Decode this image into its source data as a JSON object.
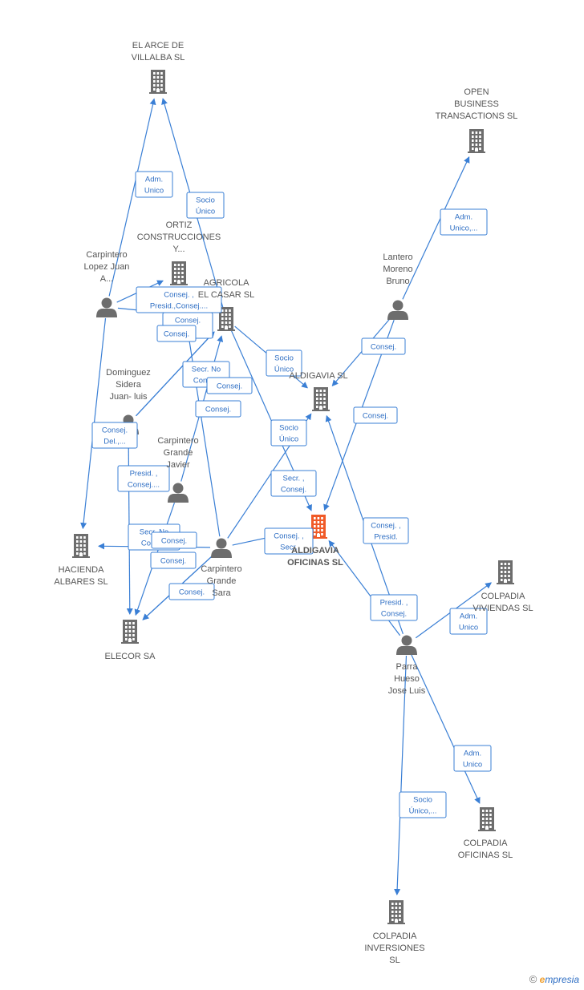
{
  "nodes": [
    {
      "id": "arce",
      "type": "company",
      "label": [
        "EL ARCE DE",
        "VILLALBA SL"
      ]
    },
    {
      "id": "open",
      "type": "company",
      "label": [
        "OPEN",
        "BUSINESS",
        "TRANSACTIONS SL"
      ]
    },
    {
      "id": "ortiz",
      "type": "company",
      "label": [
        "ORTIZ",
        "CONSTRUCCIONES",
        "Y..."
      ]
    },
    {
      "id": "agricola",
      "type": "company",
      "label": [
        "AGRICOLA",
        "EL CASAR SL"
      ]
    },
    {
      "id": "aldigavia",
      "type": "company",
      "label": [
        "ALDIGAVIA  SL"
      ]
    },
    {
      "id": "aldoficinas",
      "type": "focus",
      "label": [
        "ALDIGAVIA",
        "OFICINAS  SL"
      ]
    },
    {
      "id": "hacienda",
      "type": "company",
      "label": [
        "HACIENDA",
        "ALBARES SL"
      ]
    },
    {
      "id": "elecor",
      "type": "company",
      "label": [
        "ELECOR SA"
      ]
    },
    {
      "id": "colviv",
      "type": "company",
      "label": [
        "COLPADIA",
        "VIVIENDAS  SL"
      ]
    },
    {
      "id": "colofi",
      "type": "company",
      "label": [
        "COLPADIA",
        "OFICINAS  SL"
      ]
    },
    {
      "id": "colinv",
      "type": "company",
      "label": [
        "COLPADIA",
        "INVERSIONES",
        "SL"
      ]
    },
    {
      "id": "clopez",
      "type": "person",
      "label": [
        "Carpintero",
        "Lopez Juan",
        "A..."
      ]
    },
    {
      "id": "lantero",
      "type": "person",
      "label": [
        "Lantero",
        "Moreno",
        "Bruno"
      ]
    },
    {
      "id": "dominguez",
      "type": "person",
      "label": [
        "Dominguez",
        "Sidera",
        "Juan- luis"
      ]
    },
    {
      "id": "cjavier",
      "type": "person",
      "label": [
        "Carpintero",
        "Grande",
        "Javier"
      ]
    },
    {
      "id": "csara",
      "type": "person",
      "label": [
        "Carpintero",
        "Grande",
        "Sara"
      ]
    },
    {
      "id": "parra",
      "type": "person",
      "label": [
        "Parra",
        "Hueso",
        "Jose Luis"
      ]
    }
  ],
  "edges": [
    {
      "label": [
        "Adm.",
        "Unico"
      ]
    },
    {
      "label": [
        "Socio",
        "Único"
      ]
    },
    {
      "label": [
        "Adm.",
        "Unico,..."
      ]
    },
    {
      "label": [
        "Consej. ,",
        "Presid.,Consej...."
      ]
    },
    {
      "label": [
        "Consej.",
        "Del."
      ]
    },
    {
      "label": [
        "Consej."
      ]
    },
    {
      "label": [
        "Secr.  No",
        "Consej."
      ]
    },
    {
      "label": [
        "Consej."
      ]
    },
    {
      "label": [
        "Consej."
      ]
    },
    {
      "label": [
        "Socio",
        "Único"
      ]
    },
    {
      "label": [
        "Consej."
      ]
    },
    {
      "label": [
        "Consej."
      ]
    },
    {
      "label": [
        "Socio",
        "Único"
      ]
    },
    {
      "label": [
        "Consej.",
        "Del.,..."
      ]
    },
    {
      "label": [
        "Presid. ,",
        "Consej...."
      ]
    },
    {
      "label": [
        "Secr. ,",
        "Consej."
      ]
    },
    {
      "label": [
        "Consej. ,",
        "Presid."
      ]
    },
    {
      "label": [
        "Consej. ,",
        "Secr."
      ]
    },
    {
      "label": [
        "Secr.  No",
        "Consej."
      ]
    },
    {
      "label": [
        "Consej."
      ]
    },
    {
      "label": [
        "Consej."
      ]
    },
    {
      "label": [
        "Consej."
      ]
    },
    {
      "label": [
        "Presid. ,",
        "Consej."
      ]
    },
    {
      "label": [
        "Adm.",
        "Unico"
      ]
    },
    {
      "label": [
        "Adm.",
        "Unico"
      ]
    },
    {
      "label": [
        "Socio",
        "Único,..."
      ]
    }
  ],
  "watermark": {
    "copyright": "©",
    "brand_first": "e",
    "brand_rest": "mpresia"
  },
  "colors": {
    "edge": "#3a7fd5",
    "icon": "#6d6d6d",
    "focus": "#f05a28"
  }
}
